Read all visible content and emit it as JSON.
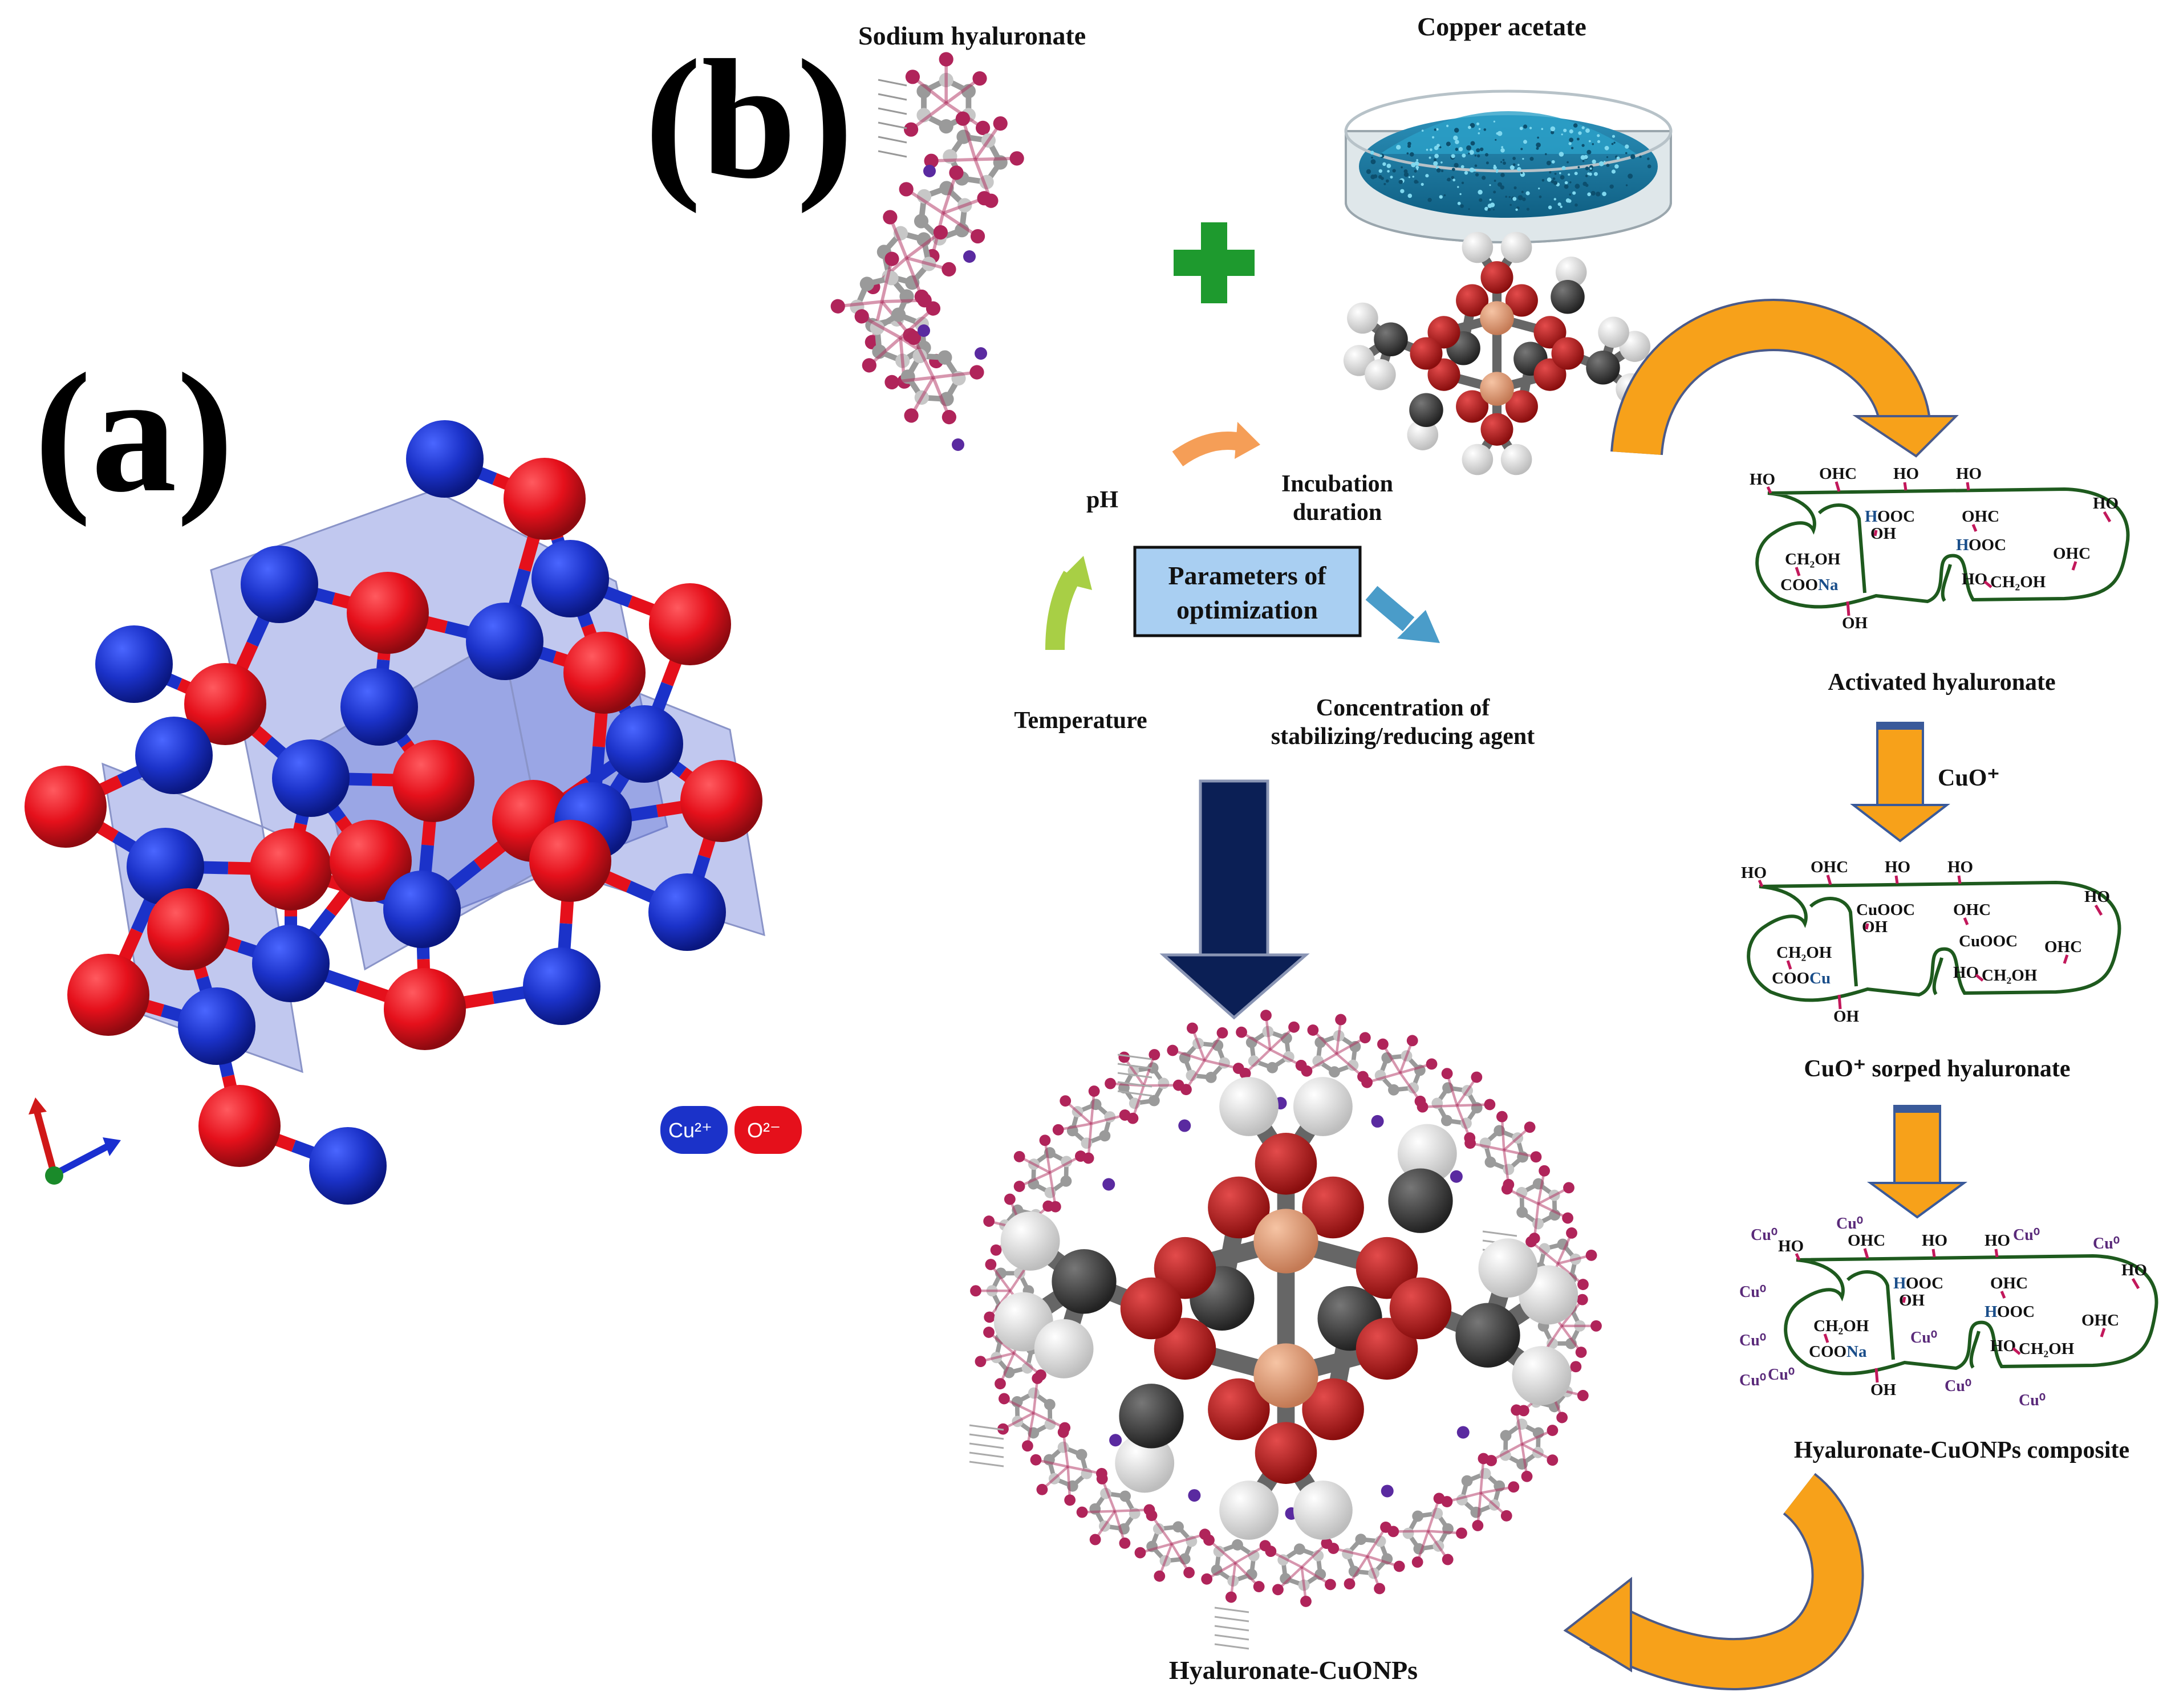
{
  "panels": {
    "a": "(a)",
    "b": "(b)"
  },
  "legend": {
    "cu": "Cu²⁺",
    "o": "O²⁻"
  },
  "colors": {
    "cu": "#1b32c9",
    "o": "#e5101b",
    "arrow_orange": "#f7a11a",
    "navy": "#0b1f55",
    "plus": "#1e9a2e",
    "param_box": "#a9cff2"
  },
  "reagents": {
    "sodium_hyaluronate": "Sodium hyaluronate",
    "copper_acetate": "Copper acetate"
  },
  "optimization": {
    "title_line1": "Parameters of",
    "title_line2": "optimization",
    "ph": "pH",
    "incubation_line1": "Incubation",
    "incubation_line2": "duration",
    "temperature": "Temperature",
    "concentration_line1": "Concentration of",
    "concentration_line2": "stabilizing/reducing agent"
  },
  "stages": {
    "activated": "Activated hyaluronate",
    "cuo_label": "CuO⁺",
    "sorped": "CuO⁺ sorped hyaluronate",
    "composite": "Hyaluronate-CuONPs composite",
    "product": "Hyaluronate-CuONPs"
  },
  "chem": {
    "ho": "HO",
    "ohc": "OHC",
    "oh": "OH",
    "ch2oh": "CH₂OH",
    "hooc": "HOOC",
    "coona": "COONa",
    "cuooc": "CuOOC",
    "coocu": "COOCu",
    "cu0": "Cu⁰"
  }
}
